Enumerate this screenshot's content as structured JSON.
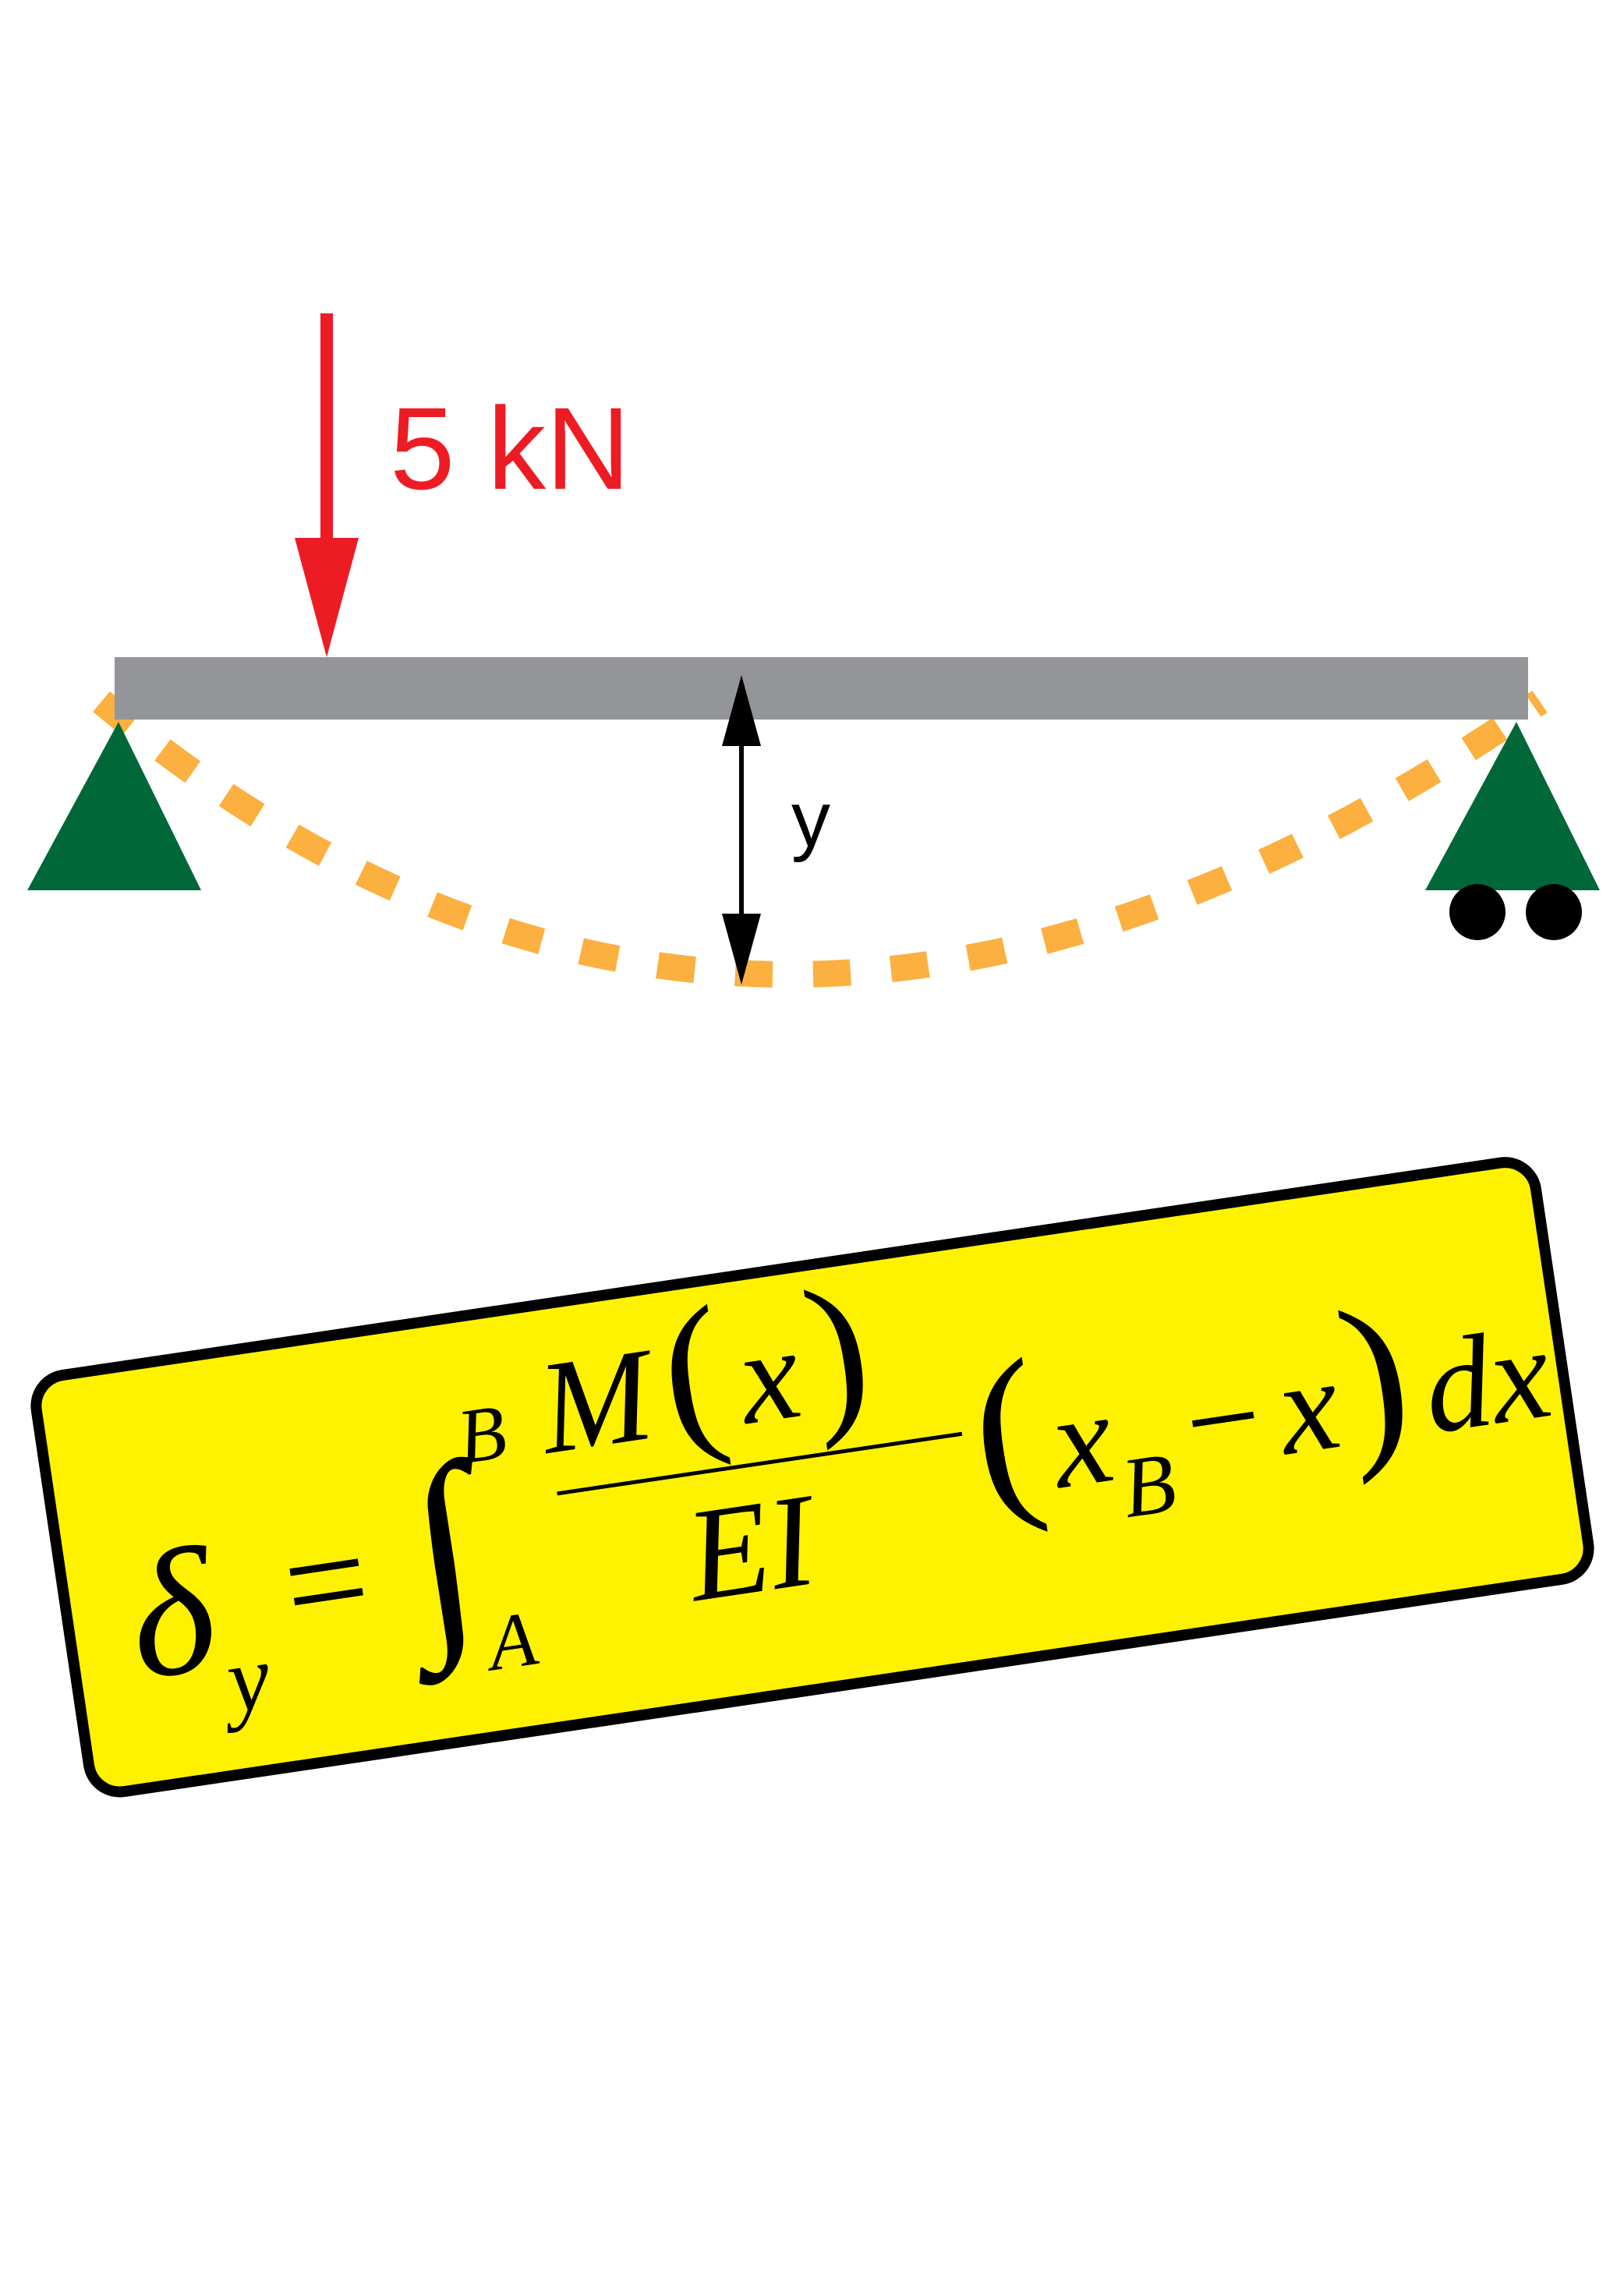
{
  "colors": {
    "load": "#ed1c24",
    "beam": "#939598",
    "deflected_shape": "#fbb040",
    "support": "#006838",
    "roller_wheel": "#000000",
    "formula_panel": "#fff200",
    "formula_border": "#000000"
  },
  "load": {
    "label": "5 kN"
  },
  "dimension": {
    "label": "y"
  },
  "formula": {
    "lhs": "δ",
    "lhs_sub": "y",
    "equals": "=",
    "integral": "∫",
    "upper_limit": "B",
    "lower_limit": "A",
    "numerator": "M",
    "numerator_arg": "x",
    "denominator": "EI",
    "factor_var": "x",
    "factor_sub": "B",
    "minus": "−",
    "factor_var2": "x",
    "differential": "dx",
    "paren_open": "(",
    "paren_close": ")"
  },
  "icons": {
    "pin_support": "pin-support-icon",
    "roller_support": "roller-support-icon",
    "load_arrow": "arrow-down-icon"
  }
}
